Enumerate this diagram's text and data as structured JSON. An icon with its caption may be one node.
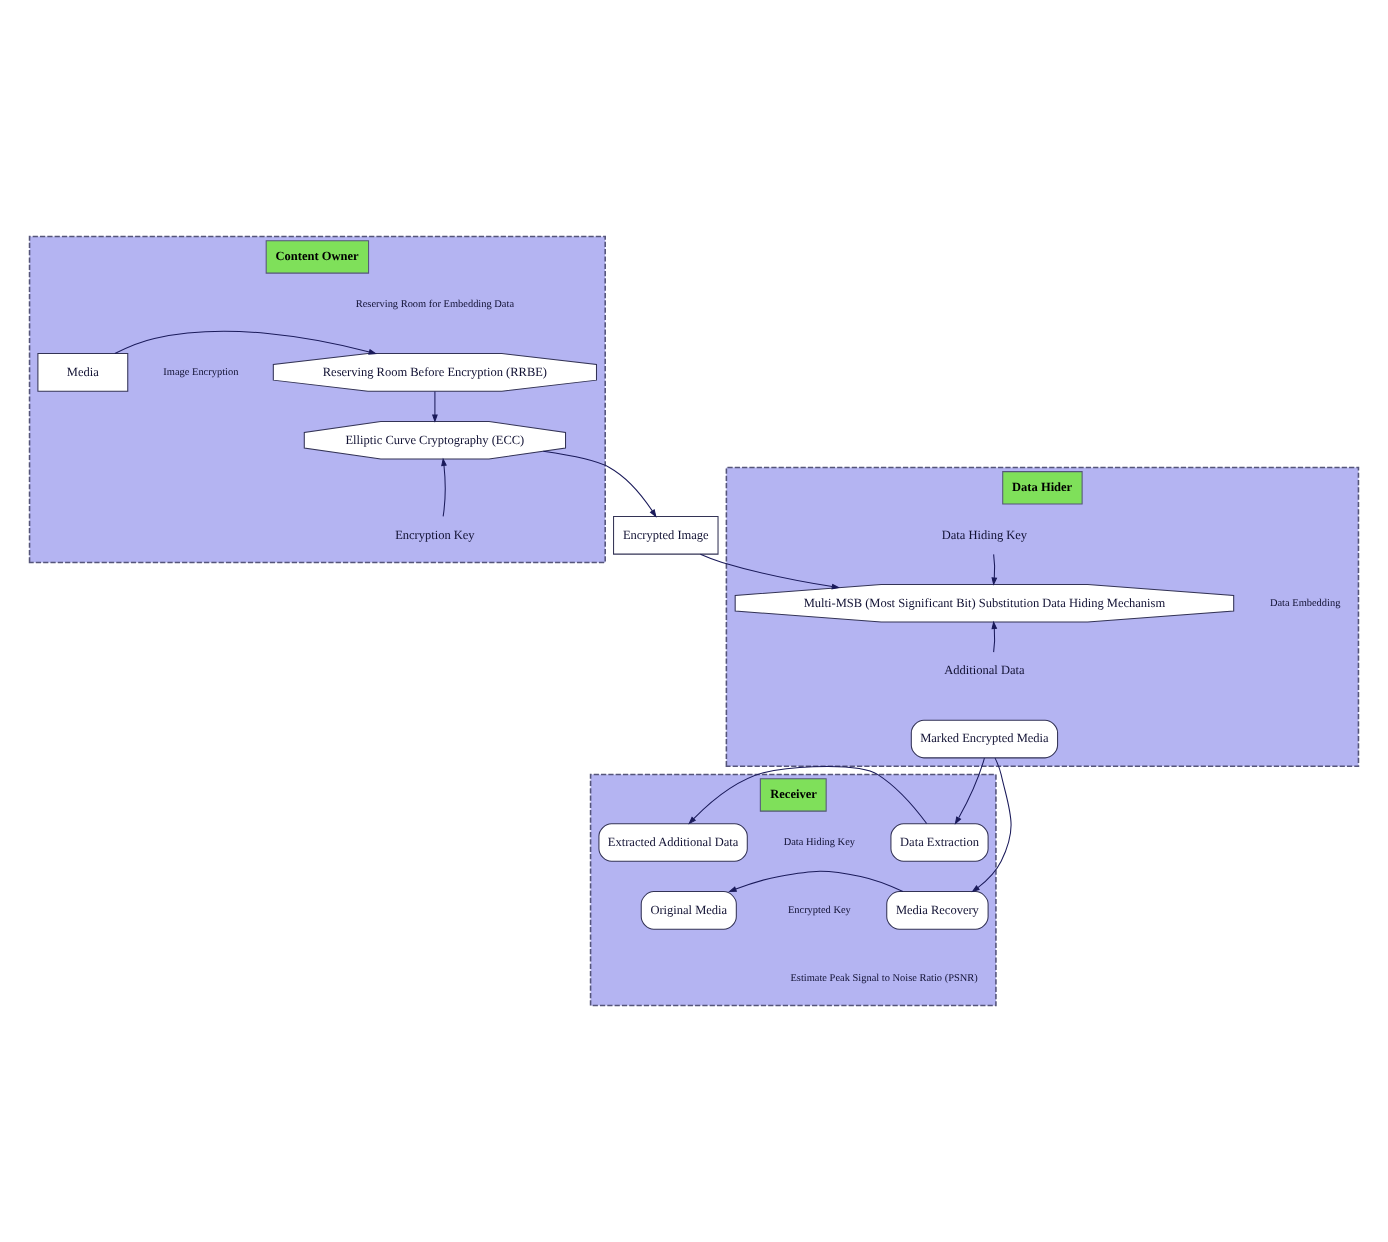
{
  "diagram": {
    "nodes": [
      {
        "text": [
          "Content Owner"
        ]
      },
      {
        "text": [
          "Media"
        ],
        "in": 0
      },
      {
        "text": [
          "Reserving Room Before Encryption (RRBE)"
        ],
        "in": 0
      },
      {
        "text": [
          "Elliptic Curve Cryptography (ECC)"
        ],
        "in": 0
      },
      {
        "text": [
          "Encryption Key"
        ],
        "in": 0
      },
      {
        "text": [
          "Encrypted Image"
        ]
      },
      {
        "text": [
          "Data Hider"
        ]
      },
      {
        "text": [
          "Data Hiding Key"
        ],
        "in": 6
      },
      {
        "text": [
          "Multi-MSB (Most Significant Bit) Substitution Data Hiding Mechanism"
        ],
        "in": 6
      },
      {
        "text": [
          "Additional Data"
        ],
        "in": 6
      },
      {
        "text": [
          "Marked Encrypted Media"
        ],
        "in": 6
      },
      {
        "text": [
          "Receiver"
        ]
      },
      {
        "text": [
          "Extracted Additional Data"
        ],
        "in": 11
      },
      {
        "text": [
          "Data Extraction"
        ],
        "in": 11
      },
      {
        "text": [
          "Original Media"
        ],
        "in": 11
      },
      {
        "text": [
          "Media Recovery"
        ],
        "in": 11
      }
    ],
    "edges": [
      {
        "from": 1,
        "to": 2,
        "arrow": "to"
      },
      {
        "from": 2,
        "to": 3,
        "arrow": "to"
      },
      {
        "from": 4,
        "to": 3,
        "arrow": "to"
      },
      {
        "from": 3,
        "to": 5,
        "arrow": "to"
      },
      {
        "from": 5,
        "to": 8,
        "arrow": "to"
      },
      {
        "from": 7,
        "to": 8,
        "arrow": "to"
      },
      {
        "from": 9,
        "to": 8,
        "arrow": "to"
      },
      {
        "from": 10,
        "to": 13,
        "arrow": "to"
      },
      {
        "from": 10,
        "to": 15,
        "arrow": "to"
      },
      {
        "from": 13,
        "to": 12,
        "arrow": "to"
      },
      {
        "from": 15,
        "to": 14,
        "arrow": "to"
      }
    ],
    "labels": [
      "Reserving Room for Embedding Data",
      "Image Encryption",
      "Data Embedding",
      "Data Hiding Key",
      "Encrypted Key",
      "Estimate Peak Signal to Noise Ratio (PSNR)"
    ]
  }
}
